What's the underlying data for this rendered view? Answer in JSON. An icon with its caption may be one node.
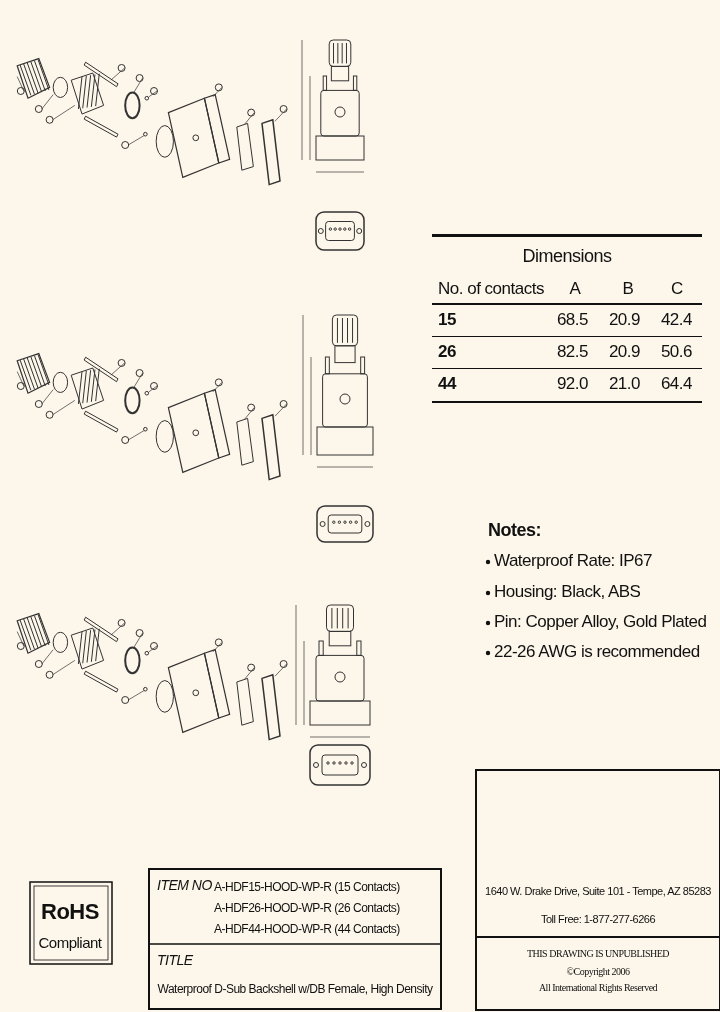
{
  "diagram": {
    "labels": [
      "Dimensions",
      "No. of contacts",
      "A",
      "B",
      "C",
      "15",
      "68.5",
      "20.9",
      "42.4",
      "26",
      "82.5",
      "20.9",
      "50.6",
      "44",
      "92.0",
      "21.0",
      "64.4",
      "Notes:",
      "Waterproof Rate: IP67",
      "Housing: Black, ABS",
      "Pin: Copper Alloy, Gold Plated",
      "22-26 AWG is recommended",
      "1640 W. Drake Drive, Suite 101 - Tempe, AZ 85283",
      "Toll Free: 1-877-277-6266",
      "RoHS",
      "Compliant",
      "ITEM NO",
      "A-HDF15-HOOD-WP-R  (15 Contacts)",
      "A-HDF26-HOOD-WP-R  (26 Contacts)",
      "A-HDF44-HOOD-WP-R  (44 Contacts)",
      "TITLE",
      "Waterproof D-Sub Backshell w/DB Female, High Density",
      "THIS DRAWING IS UNPUBLISHED",
      "©Copyright 2006",
      "All International Rights Reserved"
    ]
  }
}
